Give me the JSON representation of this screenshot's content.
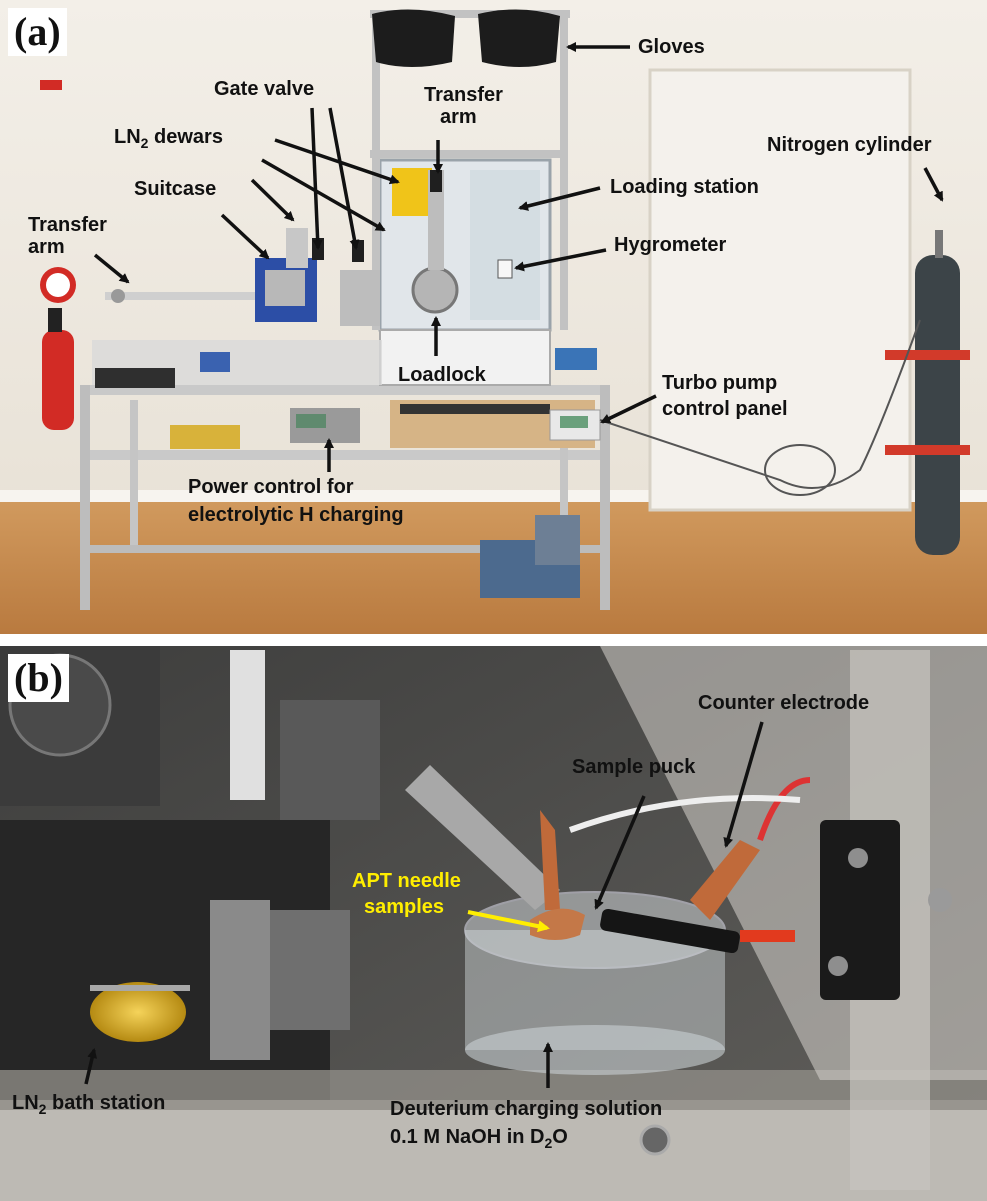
{
  "panel_a": {
    "panel_label": "(a)",
    "labels": {
      "gloves": "Gloves",
      "transfer_arm_top_1": "Transfer",
      "transfer_arm_top_2": "arm",
      "gate_valve": "Gate valve",
      "ln2_dewars_pre": "LN",
      "ln2_dewars_sub": "2",
      "ln2_dewars_post": " dewars",
      "nitrogen_cylinder": "Nitrogen cylinder",
      "suitcase": "Suitcase",
      "loading_station": "Loading station",
      "transfer_arm_left_1": "Transfer",
      "transfer_arm_left_2": "arm",
      "hygrometer": "Hygrometer",
      "loadlock": "Loadlock",
      "turbo_1": "Turbo pump",
      "turbo_2": "control panel",
      "power_1": "Power control for",
      "power_2": "electrolytic H charging"
    }
  },
  "panel_b": {
    "panel_label": "(b)",
    "labels": {
      "counter_electrode": "Counter electrode",
      "sample_puck": "Sample puck",
      "apt_1": "APT needle",
      "apt_2": "samples",
      "ln2_bath_pre": "LN",
      "ln2_bath_sub": "2",
      "ln2_bath_post": " bath station",
      "deut_1": "Deuterium charging solution",
      "deut_2_pre": "0.1 M NaOH in D",
      "deut_2_sub": "2",
      "deut_2_post": "O"
    }
  },
  "colors": {
    "arrow": "#111111",
    "apt_label": "#ffee00",
    "floor": "#c98a4e",
    "wall": "#ece6dc",
    "dark_bg": "#2b2b2b"
  }
}
